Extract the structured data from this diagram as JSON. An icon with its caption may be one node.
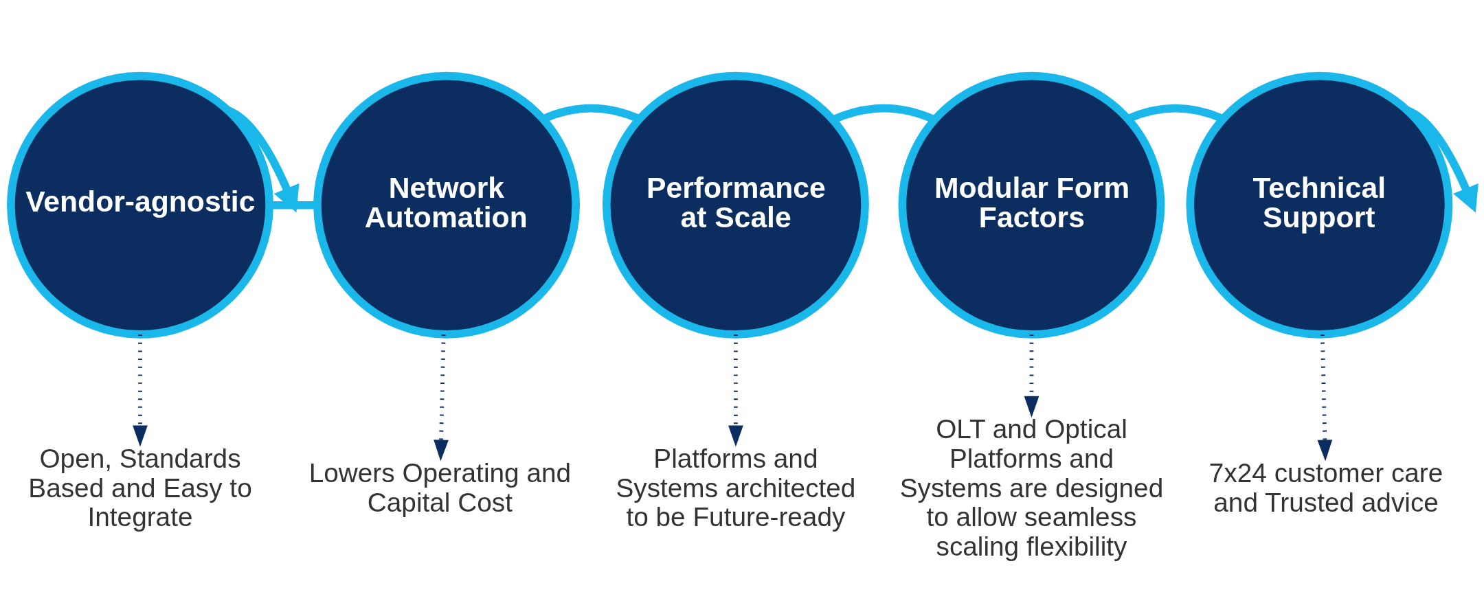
{
  "diagram": {
    "nodes": [
      {
        "text": [
          "Vendor-agnostic"
        ]
      },
      {
        "text": [
          "Network Automation"
        ]
      },
      {
        "text": [
          "Performance at Scale"
        ]
      },
      {
        "text": [
          "Modular Form Factors"
        ]
      },
      {
        "text": [
          "Technical Support"
        ]
      },
      {
        "text": [
          "Open, Standards Based and Easy to Integrate"
        ]
      },
      {
        "text": [
          "Lowers Operating and Capital Cost"
        ]
      },
      {
        "text": [
          "Platforms and Systems architected to be Future-ready"
        ]
      },
      {
        "text": [
          "OLT and Optical Platforms and Systems are designed to allow seamless scaling flexibility"
        ]
      },
      {
        "text": [
          "7x24 customer care and Trusted advice"
        ]
      }
    ],
    "edges": [
      {
        "from": 0,
        "to": null,
        "arrow": "to"
      },
      {
        "from": 0,
        "to": 1,
        "arrow": "none"
      },
      {
        "from": 1,
        "to": 2,
        "arrow": "none"
      },
      {
        "from": 2,
        "to": 3,
        "arrow": "none"
      },
      {
        "from": 3,
        "to": 4,
        "arrow": "none"
      },
      {
        "from": 4,
        "to": null,
        "arrow": "to"
      },
      {
        "from": 0,
        "to": 5,
        "arrow": "to",
        "style": "dashed",
        "color": "#0b2d5f"
      },
      {
        "from": 1,
        "to": 6,
        "arrow": "to",
        "style": "dashed",
        "color": "#0b2d5f"
      },
      {
        "from": 2,
        "to": 7,
        "arrow": "to",
        "style": "dashed",
        "color": "#0b2d5f"
      },
      {
        "from": 3,
        "to": 8,
        "arrow": "to",
        "style": "dashed",
        "color": "#0b2d5f"
      },
      {
        "from": 4,
        "to": 9,
        "arrow": "to",
        "style": "dashed",
        "color": "#0b2d5f"
      }
    ]
  }
}
